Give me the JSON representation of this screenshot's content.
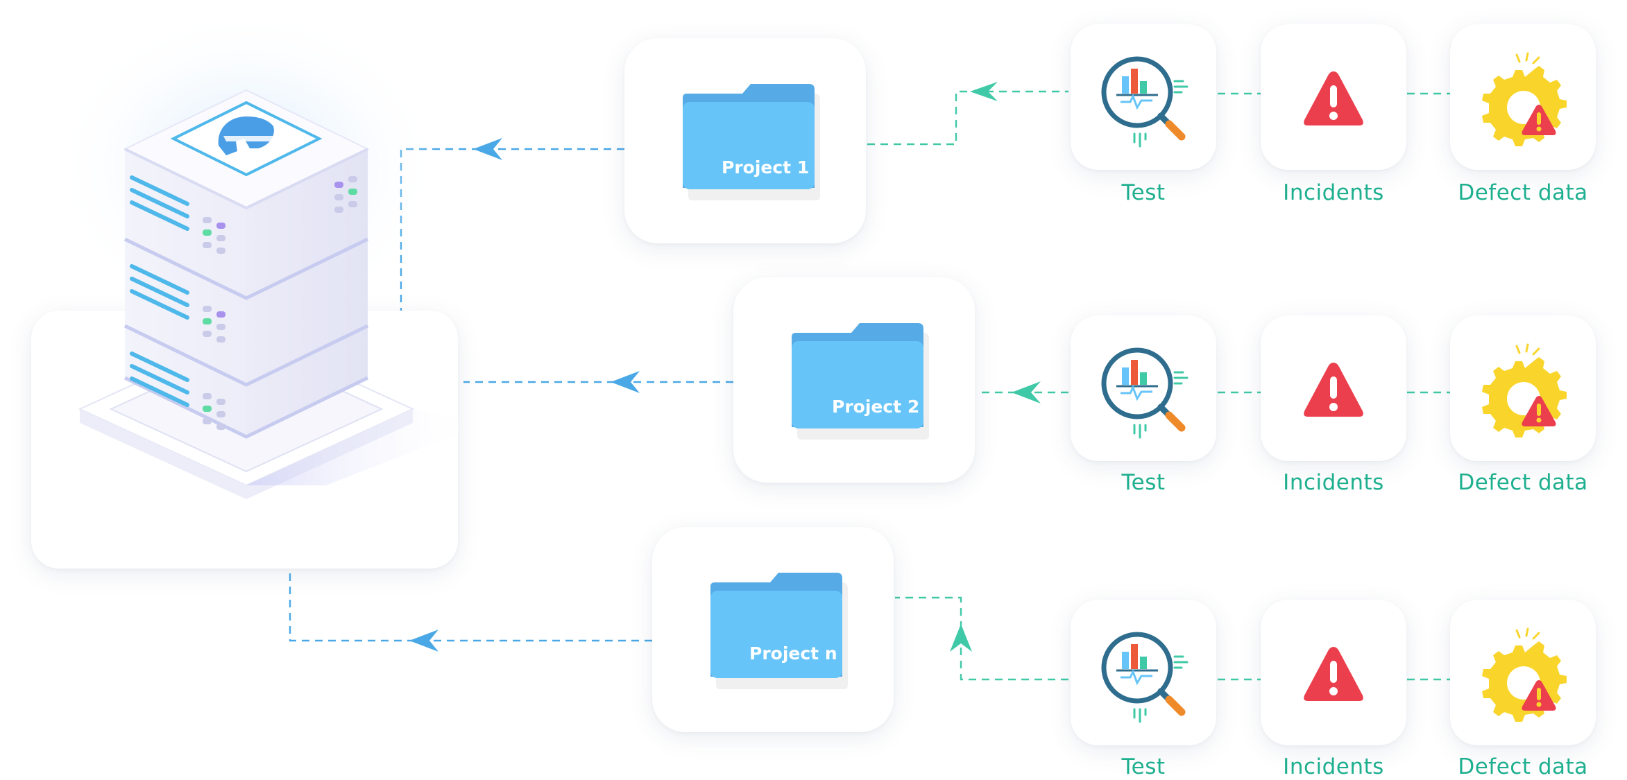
{
  "projects": [
    {
      "label": "Project 1"
    },
    {
      "label": "Project 2"
    },
    {
      "label": "Project n"
    }
  ],
  "rows": [
    {
      "test": "Test",
      "incidents": "Incidents",
      "defect": "Defect data"
    },
    {
      "test": "Test",
      "incidents": "Incidents",
      "defect": "Defect data"
    },
    {
      "test": "Test",
      "incidents": "Incidents",
      "defect": "Defect data"
    }
  ],
  "icons": {
    "server": "server-stack-icon",
    "logo": "spartan-helmet-logo-icon",
    "folder": "folder-icon",
    "test": "magnifier-chart-icon",
    "incident": "warning-triangle-icon",
    "defect": "gear-warning-icon"
  },
  "colors": {
    "green_connector": "#3fc9a6",
    "blue_connector": "#4aa8e6",
    "label_green": "#1eaf8f",
    "folder_blue": "#67c4f8",
    "folder_tab": "#56aae6",
    "alert_red": "#ec3f4d",
    "gear_yellow": "#f9d52c"
  }
}
